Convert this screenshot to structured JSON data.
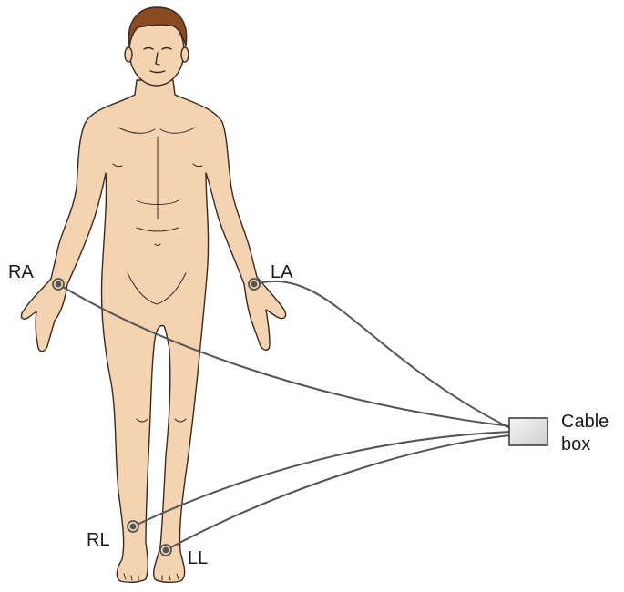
{
  "labels": {
    "ra": "RA",
    "la": "LA",
    "rl": "RL",
    "ll": "LL",
    "cable_line1": "Cable",
    "cable_line2": "box"
  },
  "colors": {
    "skin": "#f3d3b1",
    "skin_shadow": "#e2b993",
    "outline": "#3a2a1e",
    "hair": "#8a4a22",
    "wire": "#555555",
    "box_fill": "#e8e8e8"
  }
}
